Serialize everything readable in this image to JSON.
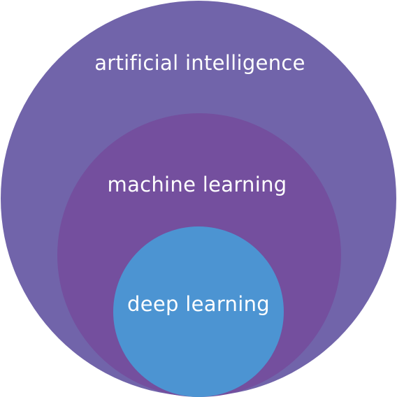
{
  "diagram": {
    "outer": {
      "label": "artificial intelligence",
      "color": "#7164aa"
    },
    "middle": {
      "label": "machine learning",
      "color": "#744f9e"
    },
    "inner": {
      "label": "deep learning",
      "color": "#4c94d2"
    },
    "label_color": "#ffffff"
  }
}
